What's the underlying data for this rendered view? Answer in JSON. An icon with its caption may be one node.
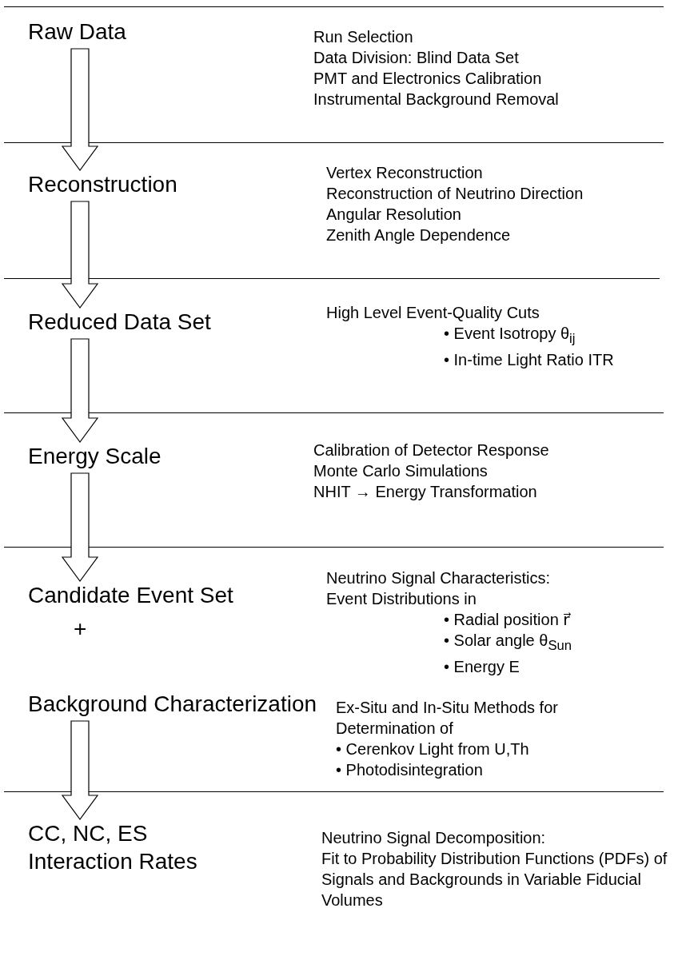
{
  "diagram": {
    "nodes": [
      {
        "text": [
          "Raw Data"
        ],
        "beside": [
          "Run Selection",
          "Data Division: Blind Data Set",
          "PMT and Electronics Calibration",
          "Instrumental Background Removal"
        ]
      },
      {
        "text": [
          "Reconstruction"
        ],
        "beside": [
          "Vertex Reconstruction",
          "Reconstruction of Neutrino Direction",
          "Angular Resolution",
          "Zenith Angle Dependence"
        ]
      },
      {
        "text": [
          "Reduced Data Set"
        ],
        "beside": [
          "High Level Event-Quality Cuts",
          "• Event Isotropy θ$_{ij}$",
          "• In-time Light Ratio ITR"
        ]
      },
      {
        "text": [
          "Energy Scale"
        ],
        "beside": [
          "Calibration of Detector Response",
          "Monte Carlo Simulations",
          "NHIT → Energy Transformation"
        ]
      },
      {
        "text": [
          "Candidate Event Set"
        ],
        "beside": [
          "Neutrino Signal Characteristics:",
          "Event Distributions in",
          "• Radial position r⃗",
          "• Solar angle θ$_{Sun}$",
          "• Energy E"
        ]
      },
      {
        "text": [
          "Background Characterization"
        ],
        "beside": [
          "Ex-Situ and In-Situ Methods for Determination of",
          "• Cerenkov Light from U,Th",
          "• Photodisintegration"
        ]
      },
      {
        "text": [
          "CC, NC, ES Interaction Rates"
        ],
        "beside": [
          "Neutrino Signal Decomposition:",
          "Fit to Probability Distribution Functions (PDFs) of Signals and Backgrounds in Variable Fiducial Volumes"
        ]
      }
    ],
    "edges": [
      {
        "from": 0,
        "to": 1,
        "arrow": "to"
      },
      {
        "from": 1,
        "to": 2,
        "arrow": "to"
      },
      {
        "from": 2,
        "to": 3,
        "arrow": "to"
      },
      {
        "from": 3,
        "to": 4,
        "arrow": "to"
      },
      {
        "from": 5,
        "to": 6,
        "arrow": "to"
      }
    ],
    "labels": [
      "+"
    ]
  }
}
